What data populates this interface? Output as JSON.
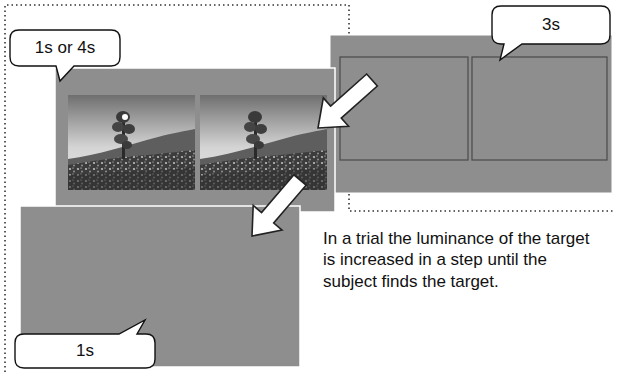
{
  "diagram": {
    "nodes": [
      {
        "text": [
          "1s or 4s"
        ]
      },
      {
        "text": [
          "3s"
        ]
      },
      {
        "text": [
          "1s"
        ]
      }
    ],
    "labels": [
      "In a trial the luminance of the target is increased in a step until the subject finds the target."
    ]
  }
}
